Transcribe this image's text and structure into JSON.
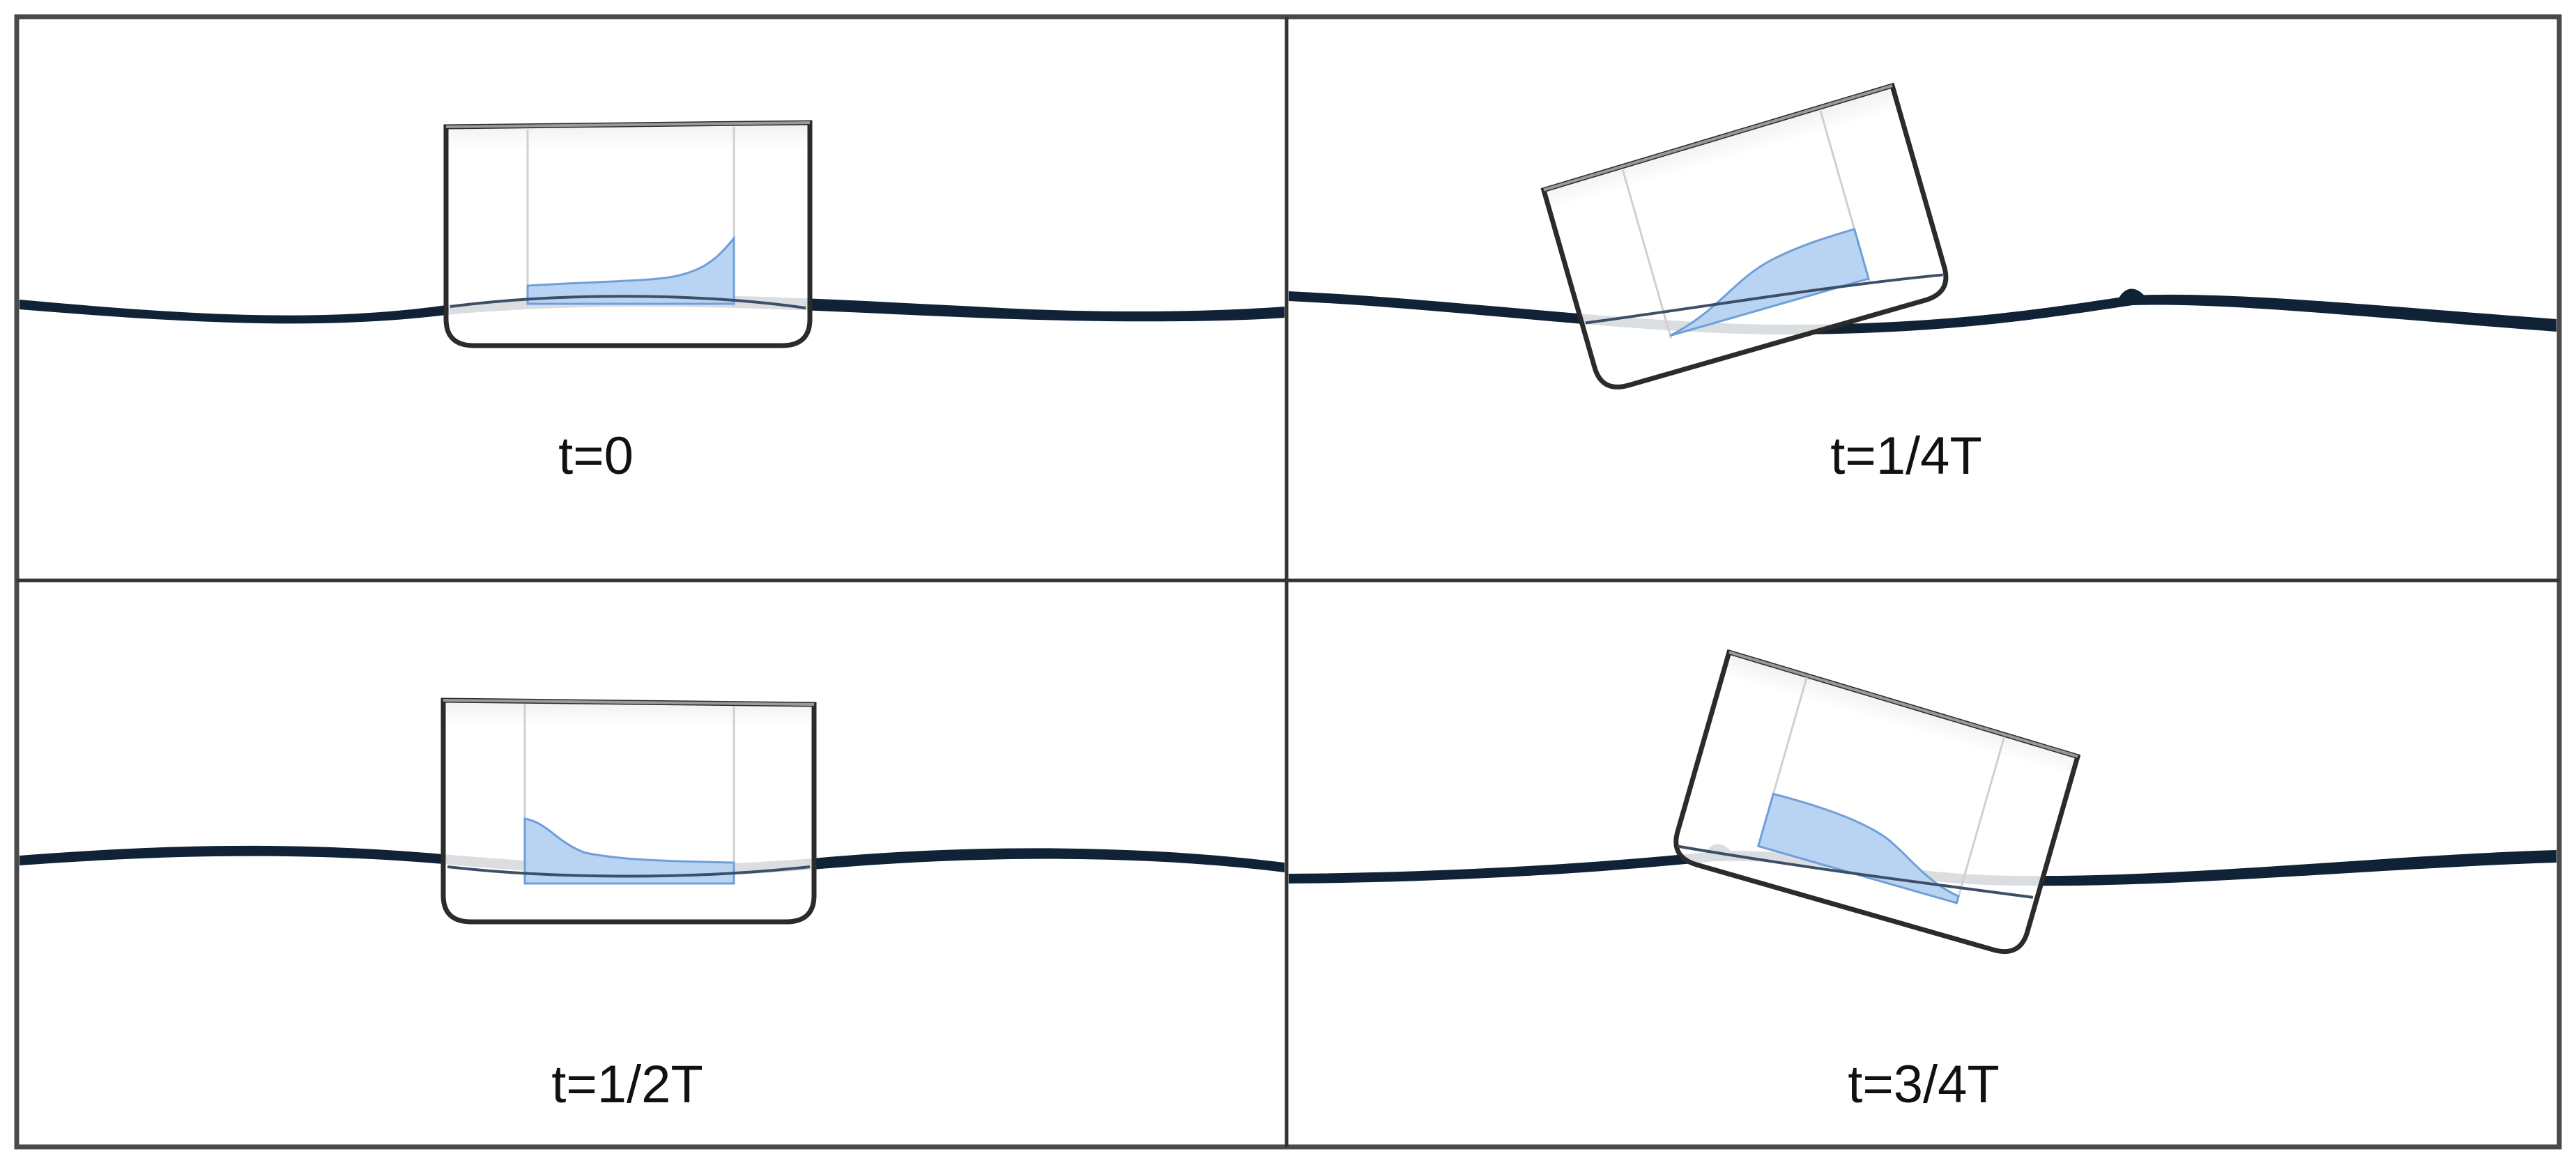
{
  "panels": [
    {
      "label": "t=0"
    },
    {
      "label": "t=1/4T"
    },
    {
      "label": "t=1/2T"
    },
    {
      "label": "t=3/4T"
    }
  ],
  "colors": {
    "frame": "#4a4a4a",
    "water_surface": "#0f2236",
    "tank_wall": "#2b2b2b",
    "tank_inner": "#d6d6d6",
    "fluid": "#b9d3f3",
    "fluid_edge": "#6f9fd8",
    "background": "#ffffff"
  }
}
